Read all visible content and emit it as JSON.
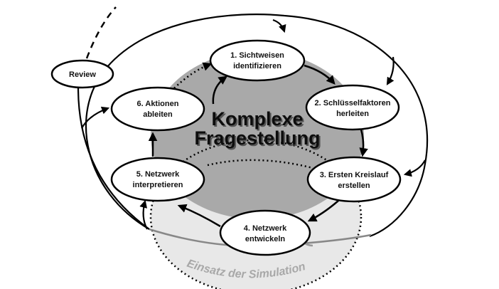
{
  "title": {
    "line1": "Komplexe",
    "line2": "Fragestellung"
  },
  "steps": [
    {
      "line1": "1. Sichtweisen",
      "line2": "identifizieren"
    },
    {
      "line1": "2. Schlüsselfaktoren",
      "line2": "herleiten"
    },
    {
      "line1": "3. Ersten Kreislauf",
      "line2": "erstellen"
    },
    {
      "line1": "4. Netzwerk",
      "line2": "entwickeln"
    },
    {
      "line1": "5. Netzwerk",
      "line2": "interpretieren"
    },
    {
      "line1": "6. Aktionen",
      "line2": "ableiten"
    }
  ],
  "review": "Review",
  "simulation": "Einsatz der Simulation",
  "colors": {
    "core": "#a9a9a9",
    "simulation": "#e8e8e8",
    "stroke": "#000000",
    "sim_text": "#a8a8a8"
  }
}
